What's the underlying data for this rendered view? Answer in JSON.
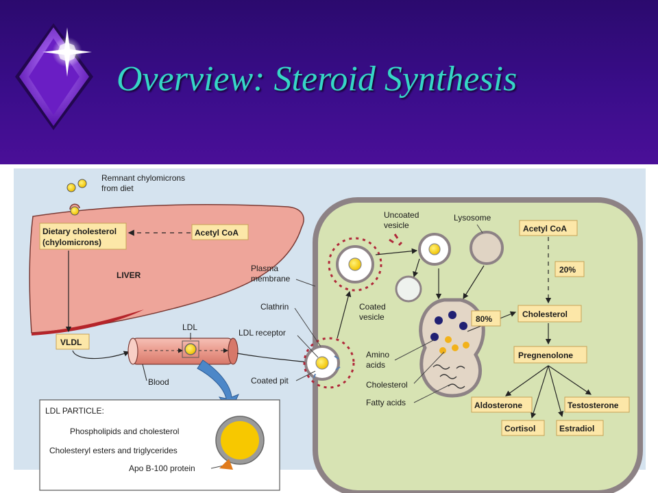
{
  "title": "Overview:  Steroid Synthesis",
  "colors": {
    "header": "#3a0d8a",
    "title": "#36d6c6",
    "cell": "#d7e3b3",
    "liver": "#eea59a",
    "box": "#fce7a8"
  },
  "labels": {
    "remnant_1": "Remnant chylomicrons",
    "remnant_2": "from diet",
    "dietary_1": "Dietary cholesterol",
    "dietary_2": "(chylomicrons)",
    "acetyl_liver": "Acetyl CoA",
    "liver": "LIVER",
    "vldl": "VLDL",
    "ldl": "LDL",
    "blood": "Blood",
    "plasma_1": "Plasma",
    "plasma_2": "membrane",
    "clathrin": "Clathrin",
    "ldl_receptor": "LDL receptor",
    "coated_pit": "Coated pit",
    "uncoated_1": "Uncoated",
    "uncoated_2": "vesicle",
    "lysosome": "Lysosome",
    "coated_v_1": "Coated",
    "coated_v_2": "vesicle",
    "amino_1": "Amino",
    "amino_2": "acids",
    "cholesterol_cell": "Cholesterol",
    "fatty_acids": "Fatty acids",
    "pct80": "80%",
    "acetyl_cell": "Acetyl CoA",
    "pct20": "20%",
    "cholesterol_box": "Cholesterol",
    "pregnenolone": "Pregnenolone",
    "aldosterone": "Aldosterone",
    "testosterone": "Testosterone",
    "cortisol": "Cortisol",
    "estradiol": "Estradiol",
    "particle_title": "LDL PARTICLE:",
    "particle_1": "Phospholipids and cholesterol",
    "particle_2": "Cholesteryl esters and triglycerides",
    "particle_3": "Apo B-100 protein"
  }
}
